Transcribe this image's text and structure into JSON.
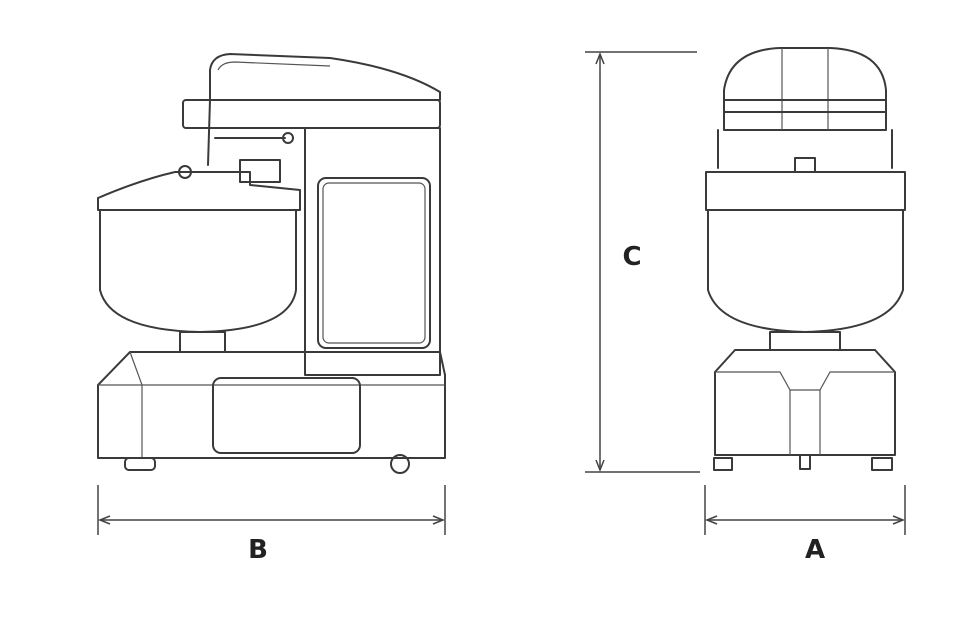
{
  "dimensions": {
    "width_label": "A",
    "length_label": "B",
    "height_label": "C"
  },
  "colors": {
    "line": "#3a3a3a",
    "background": "#ffffff"
  }
}
